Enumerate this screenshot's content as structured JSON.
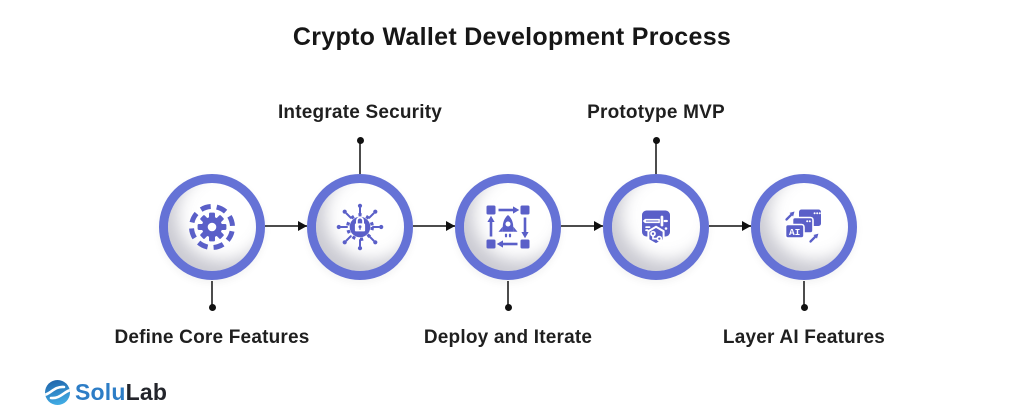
{
  "title": "Crypto Wallet Development Process",
  "steps": [
    {
      "label": "Define Core Features",
      "label_position": "below",
      "icon": "gear-target-icon"
    },
    {
      "label": "Integrate Security",
      "label_position": "above",
      "icon": "lock-network-icon"
    },
    {
      "label": "Deploy and Iterate",
      "label_position": "below",
      "icon": "rocket-cycle-icon"
    },
    {
      "label": "Prototype MVP",
      "label_position": "above",
      "icon": "sword-blueprint-icon"
    },
    {
      "label": "Layer AI Features",
      "label_position": "below",
      "icon": "ai-windows-icon",
      "icon_badge": "AI"
    }
  ],
  "logo": {
    "part1": "Solu",
    "part2": "Lab"
  },
  "colors": {
    "ring": "#6572d6",
    "icon": "#5a5fc8",
    "connector": "#4c4c4c",
    "dot": "#111111",
    "title_text": "#161616",
    "label_text": "#1f1f1f",
    "logo_blue": "#2d7dc6",
    "logo_dark": "#23252b",
    "logo_grad_top": "#1d5fa6",
    "logo_grad_bottom": "#3fa9e2"
  }
}
